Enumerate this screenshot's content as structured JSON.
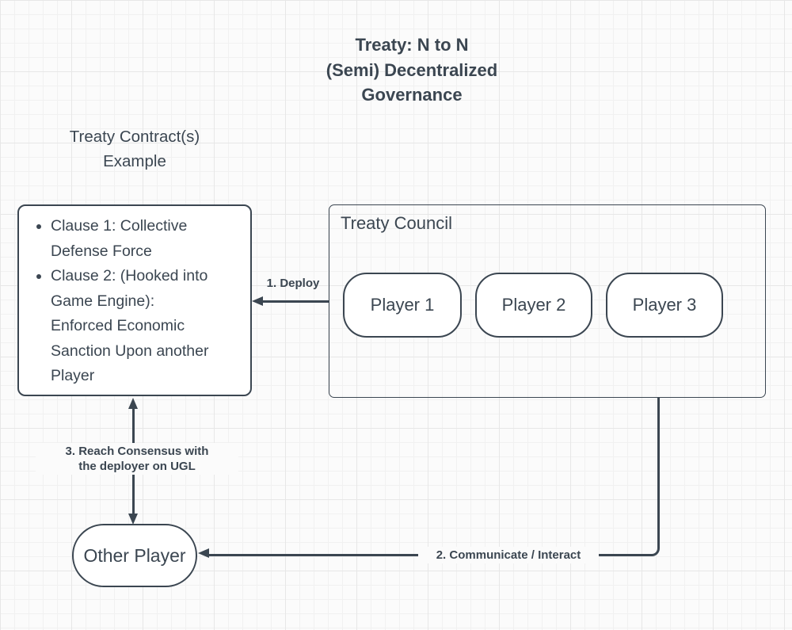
{
  "diagram": {
    "title": "Treaty: N to N\n(Semi) Decentralized\nGovernance",
    "contract_label": "Treaty Contract(s)\nExample",
    "contract_box": {
      "clauses": [
        "Clause 1: Collective Defense Force",
        "Clause 2: (Hooked into Game Engine): Enforced Economic Sanction Upon another Player"
      ]
    },
    "council": {
      "label": "Treaty Council",
      "players": [
        "Player 1",
        "Player 2",
        "Player 3"
      ]
    },
    "other_player_label": "Other Player",
    "edges": {
      "deploy_label": "1. Deploy",
      "communicate_label": "2. Communicate / Interact",
      "consensus_label": "3. Reach Consensus with\nthe deployer on UGL"
    },
    "colors": {
      "stroke": "#3b4651",
      "node_fill": "#ffffff",
      "canvas_background": "#fbfbfb"
    }
  }
}
